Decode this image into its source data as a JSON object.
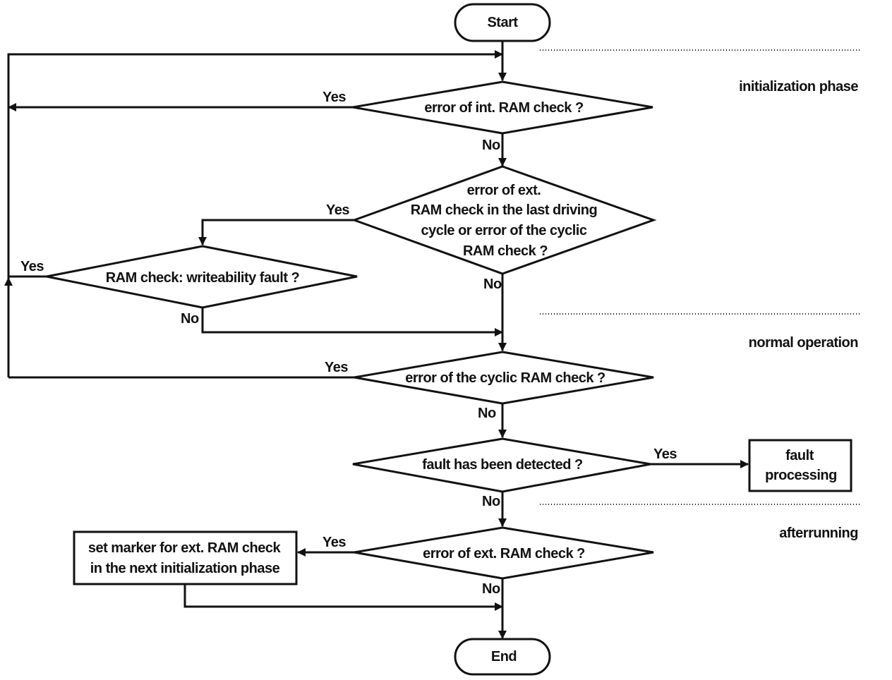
{
  "nodes": {
    "start": "Start",
    "end": "End",
    "int_ram": "error of int. RAM check ?",
    "ext_ram_last": [
      "error of ext.",
      "RAM check in the last driving",
      "cycle or error of the cyclic",
      "RAM check ?"
    ],
    "writeability": "RAM check: writeability fault ?",
    "cyclic_ram": "error of the cyclic RAM check ?",
    "fault_detected": "fault has been detected ?",
    "fault_processing": [
      "fault",
      "processing"
    ],
    "ext_ram": "error of ext. RAM check ?",
    "set_marker": [
      "set marker for ext. RAM check",
      "in the next  initialization phase"
    ]
  },
  "edges": {
    "yes": "Yes",
    "no": "No"
  },
  "phases": {
    "initialization": "initialization phase",
    "normal": "normal operation",
    "afterrunning": "afterrunning"
  }
}
